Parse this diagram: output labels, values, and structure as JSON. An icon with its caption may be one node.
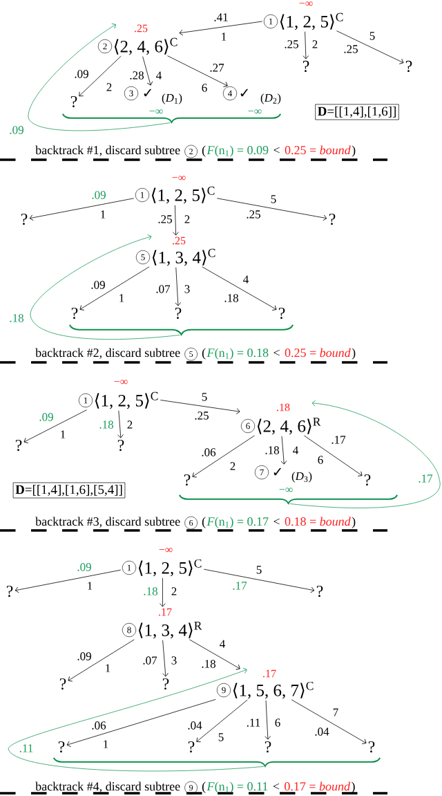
{
  "diagram": {
    "nodes": [
      {
        "text": [
          "1",
          "⟨1, 2, 5⟩$^{C}$"
        ],
        "beside": [
          "−∞"
        ]
      },
      {
        "text": [
          "2",
          "⟨2, 4, 6⟩$^{C}$"
        ],
        "beside": [
          ".25"
        ]
      },
      {
        "text": [
          "?"
        ]
      },
      {
        "text": [
          "?"
        ]
      },
      {
        "text": [
          "?"
        ]
      },
      {
        "text": [
          "3",
          "✓",
          "(*D*$_{1}$)"
        ]
      },
      {
        "text": [
          "4",
          "✓",
          "(*D*$_{2}$)"
        ]
      },
      {
        "text": [],
        "shape": "brace"
      },
      {
        "text": [
          "**D**=[[1,4],[1,6]]"
        ]
      },
      {
        "text": [
          "2"
        ]
      },
      {
        "text": [
          "1",
          "⟨1, 2, 5⟩$^{C}$"
        ],
        "beside": [
          "−∞"
        ]
      },
      {
        "text": [
          "?"
        ]
      },
      {
        "text": [
          "5",
          "⟨1, 3, 4⟩$^{C}$"
        ],
        "beside": [
          ".25"
        ]
      },
      {
        "text": [
          "?"
        ]
      },
      {
        "text": [
          "?"
        ]
      },
      {
        "text": [
          "?"
        ]
      },
      {
        "text": [
          "?"
        ]
      },
      {
        "text": [],
        "shape": "brace"
      },
      {
        "text": [
          "5"
        ]
      },
      {
        "text": [
          "1",
          "⟨1, 2, 5⟩$^{C}$"
        ],
        "beside": [
          "−∞"
        ]
      },
      {
        "text": [
          "?"
        ]
      },
      {
        "text": [
          "?"
        ]
      },
      {
        "text": [
          "6",
          "⟨2, 4, 6⟩$^{R}$"
        ],
        "beside": [
          ".18"
        ]
      },
      {
        "text": [
          "?"
        ]
      },
      {
        "text": [
          "7",
          "✓",
          "(*D*$_{3}$)"
        ]
      },
      {
        "text": [
          "?"
        ]
      },
      {
        "text": [],
        "shape": "brace"
      },
      {
        "text": [
          "**D**=[[1,4],[1,6],[5,4]]"
        ]
      },
      {
        "text": [
          "6"
        ]
      },
      {
        "text": [
          "1",
          "⟨1, 2, 5⟩$^{C}$"
        ],
        "beside": [
          "−∞"
        ]
      },
      {
        "text": [
          "?"
        ]
      },
      {
        "text": [
          "8",
          "⟨1, 3, 4⟩$^{R}$"
        ],
        "beside": [
          ".17"
        ]
      },
      {
        "text": [
          "?"
        ]
      },
      {
        "text": [
          "?"
        ]
      },
      {
        "text": [
          "?"
        ]
      },
      {
        "text": [
          "9",
          "⟨1, 5, 6, 7⟩$^{C}$"
        ],
        "beside": [
          ".17"
        ]
      },
      {
        "text": [
          "?"
        ]
      },
      {
        "text": [
          "?"
        ]
      },
      {
        "text": [
          "?"
        ]
      },
      {
        "text": [
          "?"
        ]
      },
      {
        "text": [],
        "shape": "brace"
      },
      {
        "text": [
          "9"
        ]
      }
    ],
    "edges": [
      {
        "from": 0,
        "to": 1,
        "arrow": "to",
        "label": "1"
      },
      {
        "from": 0,
        "to": 2,
        "arrow": "to",
        "label": "2"
      },
      {
        "from": 0,
        "to": 3,
        "arrow": "to",
        "label": "5"
      },
      {
        "from": 1,
        "to": 4,
        "arrow": "to",
        "label": "2"
      },
      {
        "from": 1,
        "to": 5,
        "arrow": "to",
        "label": "4"
      },
      {
        "from": 1,
        "to": 6,
        "arrow": "to",
        "label": "6"
      },
      {
        "from": 7,
        "to": 1,
        "arrow": "to",
        "label": ".09",
        "color": "#1a9c5b"
      },
      {
        "from": 10,
        "to": 11,
        "arrow": "to",
        "label": "1"
      },
      {
        "from": 10,
        "to": 12,
        "arrow": "to",
        "label": "2"
      },
      {
        "from": 10,
        "to": 13,
        "arrow": "to",
        "label": "5"
      },
      {
        "from": 12,
        "to": 14,
        "arrow": "to",
        "label": "1"
      },
      {
        "from": 12,
        "to": 15,
        "arrow": "to",
        "label": "3"
      },
      {
        "from": 12,
        "to": 16,
        "arrow": "to",
        "label": "4"
      },
      {
        "from": 17,
        "to": 12,
        "arrow": "to",
        "label": ".18",
        "color": "#1a9c5b"
      },
      {
        "from": 19,
        "to": 20,
        "arrow": "to",
        "label": "1"
      },
      {
        "from": 19,
        "to": 21,
        "arrow": "to",
        "label": "2"
      },
      {
        "from": 19,
        "to": 22,
        "arrow": "to",
        "label": "5"
      },
      {
        "from": 22,
        "to": 23,
        "arrow": "to",
        "label": "2"
      },
      {
        "from": 22,
        "to": 24,
        "arrow": "to",
        "label": "4"
      },
      {
        "from": 22,
        "to": 25,
        "arrow": "to",
        "label": "6"
      },
      {
        "from": 26,
        "to": 22,
        "arrow": "to",
        "label": ".17",
        "color": "#1a9c5b"
      },
      {
        "from": 29,
        "to": 30,
        "arrow": "to",
        "label": "1"
      },
      {
        "from": 29,
        "to": 31,
        "arrow": "to",
        "label": "2"
      },
      {
        "from": 29,
        "to": 32,
        "arrow": "to",
        "label": "5"
      },
      {
        "from": 31,
        "to": 33,
        "arrow": "to",
        "label": "1"
      },
      {
        "from": 31,
        "to": 34,
        "arrow": "to",
        "label": "3"
      },
      {
        "from": 31,
        "to": 35,
        "arrow": "to",
        "label": "4"
      },
      {
        "from": 35,
        "to": 36,
        "arrow": "to",
        "label": "1"
      },
      {
        "from": 35,
        "to": 37,
        "arrow": "to",
        "label": "5"
      },
      {
        "from": 35,
        "to": 38,
        "arrow": "to",
        "label": "6"
      },
      {
        "from": 35,
        "to": 39,
        "arrow": "to",
        "label": "7"
      },
      {
        "from": 40,
        "to": 35,
        "arrow": "to",
        "label": ".11",
        "color": "#1a9c5b"
      }
    ],
    "labels": [
      ".41",
      ".25",
      ".25",
      ".09",
      ".28",
      ".27",
      "−∞",
      "−∞",
      "backtrack #1, discard subtree",
      "(",
      "*F*(n$_{1}$) = 0.09",
      "<",
      "0.25 = *bound*",
      ")",
      ".09",
      ".25",
      ".25",
      ".09",
      ".07",
      ".18",
      "backtrack #2, discard subtree",
      "(",
      "*F*(n$_{1}$) = 0.18",
      "<",
      "0.25 = *bound*",
      ")",
      ".09",
      ".18",
      ".25",
      ".06",
      ".18",
      ".17",
      "−∞",
      "backtrack #3, discard subtree",
      "(",
      "*F*(n$_{1}$) = 0.17",
      "<",
      "0.18 = *bound*",
      ")",
      ".09",
      ".18",
      ".17",
      ".09",
      ".07",
      ".18",
      ".06",
      ".04",
      ".11",
      ".04",
      "backtrack #4, discard subtree",
      "(",
      "*F*(n$_{1}$) = 0.11",
      "<",
      "0.17 = *bound*",
      ")"
    ]
  }
}
